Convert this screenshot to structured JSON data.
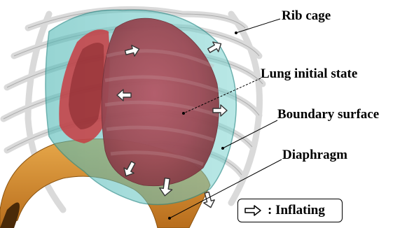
{
  "labels": {
    "rib_cage": "Rib cage",
    "lung_initial_state": "Lung initial state",
    "boundary_surface": "Boundary surface",
    "diaphragm": "Diaphragm"
  },
  "legend": {
    "text": ": Inflating",
    "icon": "hollow-arrow-right-icon"
  },
  "colors": {
    "lung": "#b0505c",
    "boundary_surface": "#5fc4c0",
    "diaphragm": "#d8922c",
    "rib_cage": "#b8b8b8",
    "left_lung": "#d43a3e"
  }
}
